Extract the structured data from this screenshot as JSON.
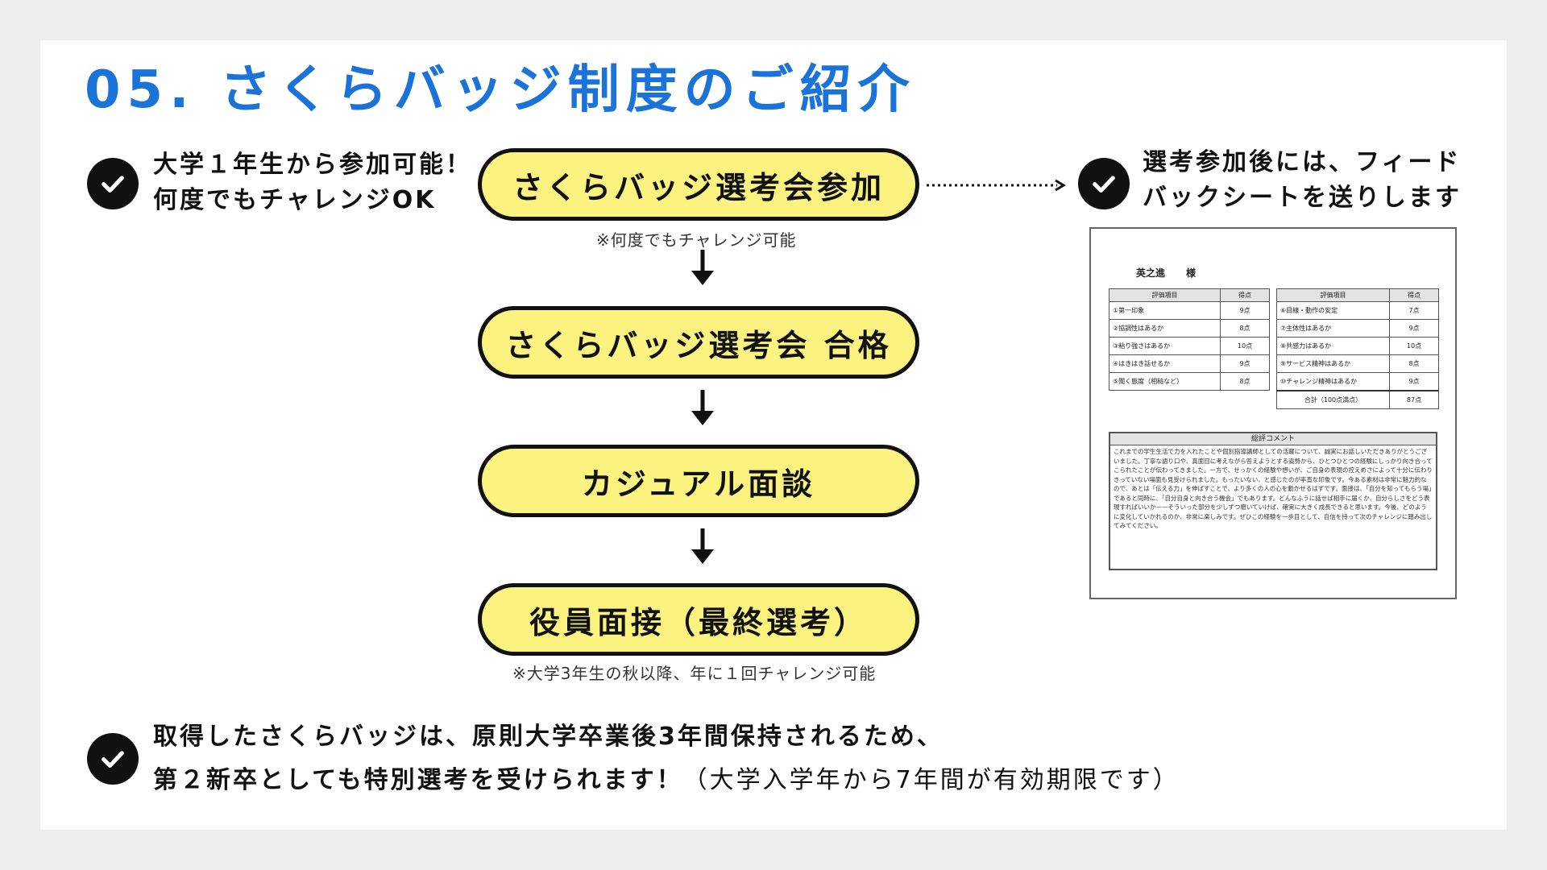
{
  "title": "05. さくらバッジ制度のご紹介",
  "notes": {
    "top_left": [
      "大学１年生から参加可能！",
      "何度でもチャレンジOK"
    ],
    "top_right": [
      "選考参加後には、フィード",
      "バックシートを送りします"
    ],
    "bottom": {
      "line1": "取得したさくらバッジは、原則大学卒業後3年間保持されるため、",
      "line2_bold": "第２新卒としても特別選考を受けられます！",
      "line2_light": "（大学入学年から7年間が有効期限です）"
    }
  },
  "flow": {
    "steps": [
      "さくらバッジ選考会参加",
      "さくらバッジ選考会 合格",
      "カジュアル面談",
      "役員面接（最終選考）"
    ],
    "note_step1": "※何度でもチャレンジ可能",
    "note_step4": "※大学3年生の秋以降、年に１回チャレンジ可能"
  },
  "sheet": {
    "name": "英之進",
    "honorific": "様",
    "headers": {
      "item": "評価項目",
      "score": "得点"
    },
    "left_rows": [
      {
        "item": "①第一印象",
        "score": "9点"
      },
      {
        "item": "②協調性はあるか",
        "score": "8点"
      },
      {
        "item": "③粘り強さはあるか",
        "score": "10点"
      },
      {
        "item": "④はきはき話せるか",
        "score": "9点"
      },
      {
        "item": "⑤聞く態度（相槌など）",
        "score": "8点"
      }
    ],
    "right_rows": [
      {
        "item": "⑥目線・動作の安定",
        "score": "7点"
      },
      {
        "item": "⑦主体性はあるか",
        "score": "9点"
      },
      {
        "item": "⑧共感力はあるか",
        "score": "10点"
      },
      {
        "item": "⑨サービス精神はあるか",
        "score": "8点"
      },
      {
        "item": "⑩チャレンジ精神はあるか",
        "score": "9点"
      }
    ],
    "total": {
      "label": "合計（100点満点）",
      "score": "87点"
    },
    "comment_header": "総評コメント",
    "comment_body": "これまでの学生生活で力を入れたことや個別指導講師としての活躍について、誠実にお話しいただきありがとうございました。丁寧な語り口や、真面目に考えながら答えようとする姿勢から、ひとつひとつの経験にしっかり向き合ってこられたことが伝わってきました。一方で、せっかくの経験や想いが、ご自身の表現の控えめさによって十分に伝わりきっていない場面も見受けられました。もったいない、と感じたのが率直な印象です。今ある素材は非常に魅力的なので、あとは「伝える力」を伸ばすことで、より多くの人の心を動かせるはずです。面接は、「自分を知ってもらう場」であると同時に、「自分自身と向き合う機会」でもあります。どんなふうに話せば相手に届くか、自分らしさをどう表現すればいいか——そういった部分を少しずつ磨いていけば、確実に大きく成長できると思います。今後、どのように変化していかれるのか、非常に楽しみです。ぜひこの経験を一歩目として、自信を持って次のチャレンジに踏み出してみてください。"
  },
  "colors": {
    "title": "#1a73d9",
    "pill_fill": "#fbf280",
    "background": "#ededed"
  },
  "icons": {
    "check": "check-circle-icon",
    "arrow": "arrow-down-icon",
    "dotted": "dotted-arrow-right-icon"
  }
}
